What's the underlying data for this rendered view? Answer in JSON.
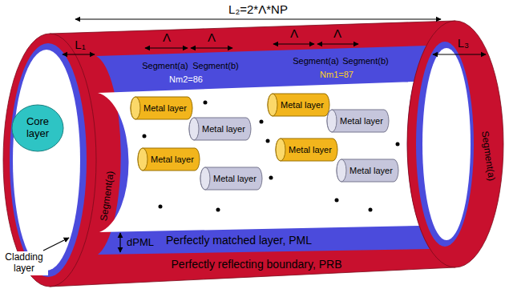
{
  "diagram": {
    "nodes": [
      {
        "text": [
          "Core layer"
        ]
      },
      {
        "text": [
          "Metal layer"
        ]
      },
      {
        "text": [
          "Metal layer"
        ]
      },
      {
        "text": [
          "Metal layer"
        ]
      },
      {
        "text": [
          "Metal layer"
        ]
      },
      {
        "text": [
          "Metal layer"
        ]
      },
      {
        "text": [
          "Metal layer"
        ]
      },
      {
        "text": [
          "Metal layer"
        ]
      },
      {
        "text": [
          "Metal layer"
        ]
      }
    ],
    "labels": [
      "L₂=2*Λ*NP",
      "Λ",
      "Λ",
      "Λ",
      "Λ",
      "L₁",
      "L₃",
      "Segment(a)",
      "Segment(b)",
      "Nm2=86",
      "Segment(a)",
      "Segment(b)",
      "Nm1=87",
      "Segment(a)",
      "Segment(a)",
      "Perfectly matched layer, PML",
      "dPML",
      "Perfectly reflecting boundary, PRB",
      "Cladding layer"
    ]
  }
}
